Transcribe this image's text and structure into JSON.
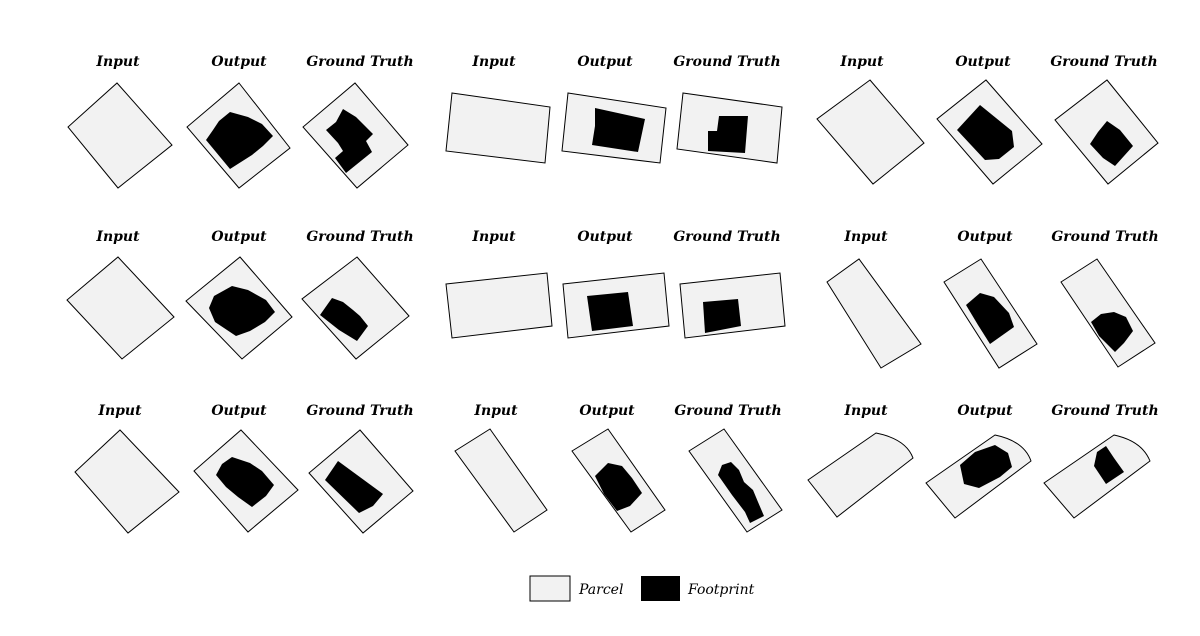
{
  "labels": {
    "input": "Input",
    "output": "Output",
    "ground_truth": "Ground Truth"
  },
  "legend": {
    "parcel": "Parcel",
    "footprint": "Footprint"
  },
  "colors": {
    "parcel_fill": "#f2f2f2",
    "parcel_stroke": "#000000",
    "footprint_fill": "#000000"
  },
  "groups": [
    {
      "row": 1,
      "col": 1
    },
    {
      "row": 1,
      "col": 2
    },
    {
      "row": 1,
      "col": 3
    },
    {
      "row": 2,
      "col": 1
    },
    {
      "row": 2,
      "col": 2
    },
    {
      "row": 2,
      "col": 3
    },
    {
      "row": 3,
      "col": 1
    },
    {
      "row": 3,
      "col": 2
    },
    {
      "row": 3,
      "col": 3
    }
  ]
}
